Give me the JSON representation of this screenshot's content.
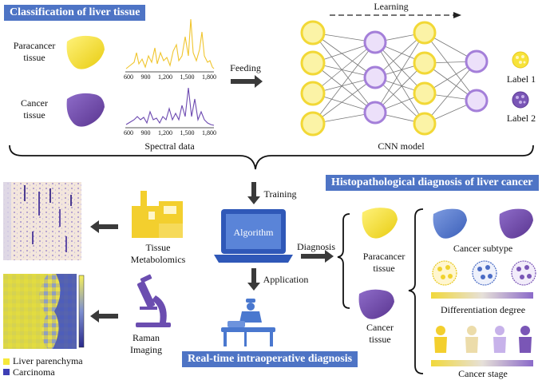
{
  "titles": {
    "classification": "Classification of liver tissue",
    "histopathological": "Histopathological diagnosis of  liver cancer",
    "realtime": "Real-time intraoperative diagnosis"
  },
  "spectra": {
    "paracancer_label": [
      "Paracancer",
      "tissue"
    ],
    "cancer_label": [
      "Cancer",
      "tissue"
    ],
    "ticks": [
      "600",
      "900",
      "1,200",
      "1,500",
      "1,800"
    ],
    "caption": "Spectral data"
  },
  "cnn": {
    "feeding": "Feeding",
    "learning": "Learning",
    "caption": "CNN  model",
    "label1": "Label 1",
    "label2": "Label 2"
  },
  "center": {
    "training": "Training",
    "algorithm": "Algorithm",
    "application": "Application",
    "diagnosis": "Diagnosis"
  },
  "left": {
    "metabolomics": [
      "Tissue",
      "Metabolomics"
    ],
    "raman": [
      "Raman",
      "Imaging"
    ],
    "legend_parenchyma": "Liver parenchyma",
    "legend_carcinoma": "Carcinoma"
  },
  "right": {
    "paracancer": [
      "Paracancer",
      "tissue"
    ],
    "cancer": [
      "Cancer",
      "tissue"
    ],
    "subtype": "Cancer subtype",
    "differentiation": "Differentiation degree",
    "stage": "Cancer stage"
  },
  "colors": {
    "paracancer": "#f4e13a",
    "cancer": "#6f4aa8",
    "title_bg": "#4e74c5",
    "cnn_yellow": "#f7e96b",
    "cnn_purple": "#c9b3ea"
  }
}
